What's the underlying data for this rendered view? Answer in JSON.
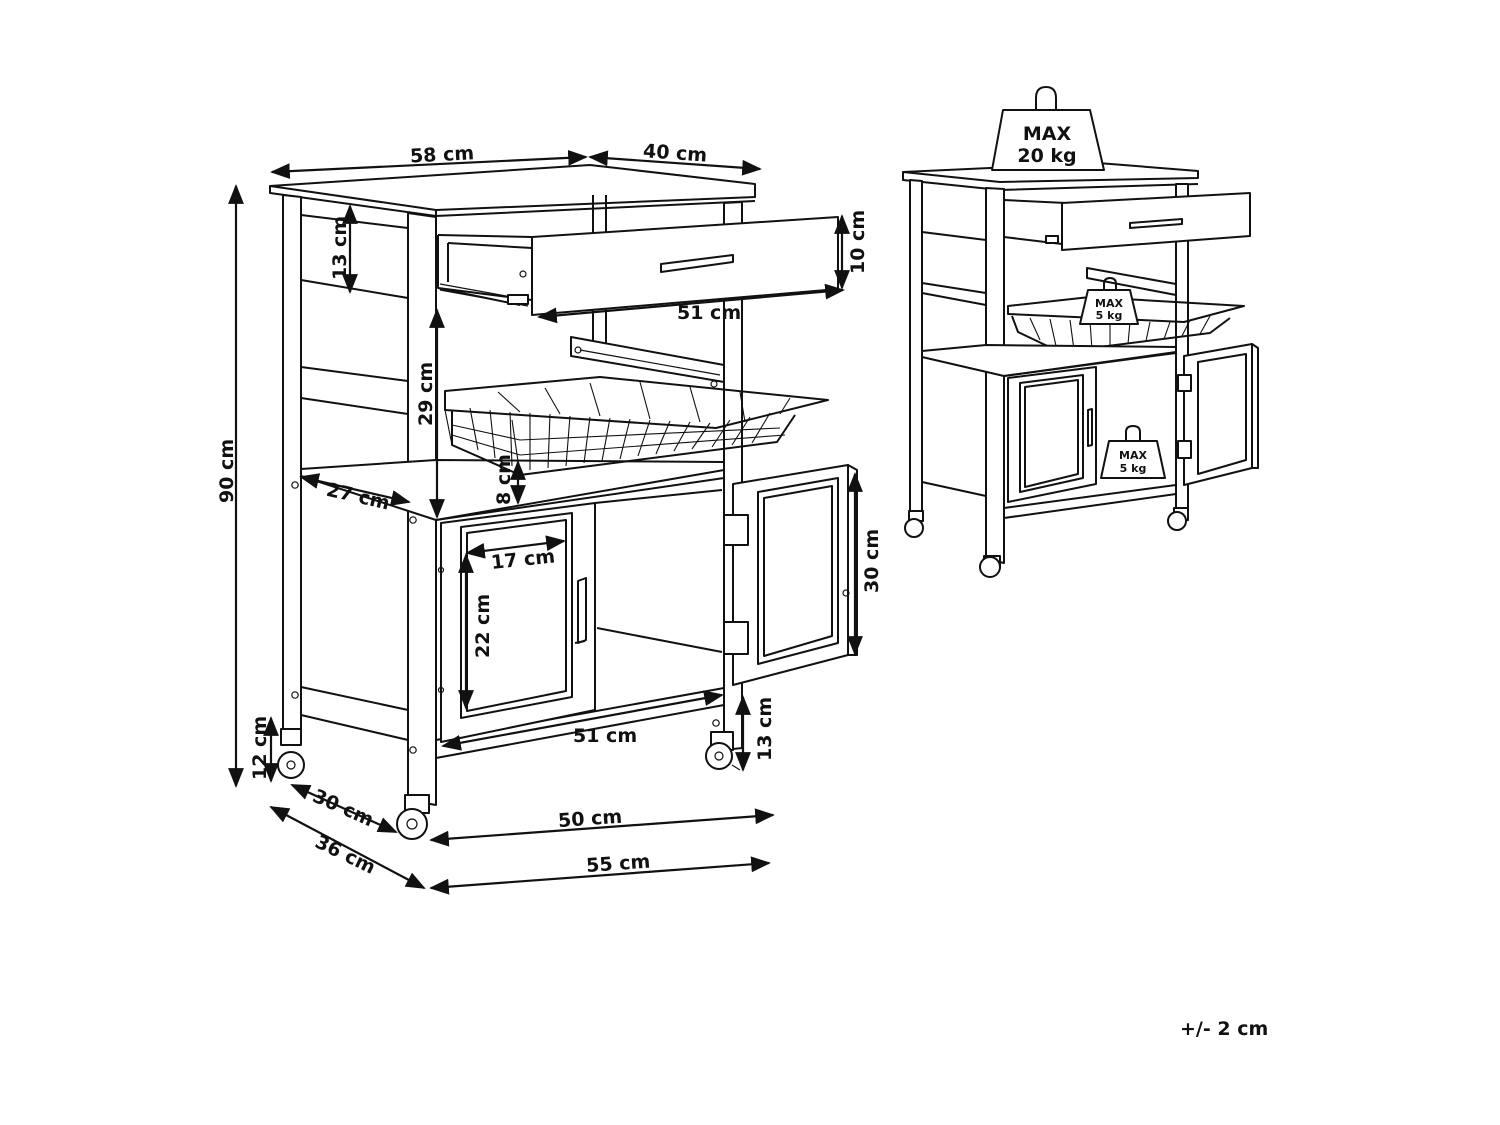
{
  "dimensions": {
    "top_width": "58 cm",
    "top_depth": "40 cm",
    "drawer_front_height": "13 cm",
    "drawer_height": "10 cm",
    "drawer_width": "51 cm",
    "shelf_gap": "29 cm",
    "basket_depth": "27 cm",
    "basket_height": "8 cm",
    "total_height": "90 cm",
    "door_width": "17 cm",
    "door_height": "22 cm",
    "cabinet_height": "30 cm",
    "inner_width": "51 cm",
    "leg_clearance_back": "12 cm",
    "leg_clearance_front": "13 cm",
    "inner_depth": "30 cm",
    "inner_frame_width": "50 cm",
    "total_depth": "36 cm",
    "total_width": "55 cm"
  },
  "load": {
    "top_max_label": "MAX",
    "top_max_value": "20 kg",
    "basket_max_label": "MAX",
    "basket_max_value": "5 kg",
    "cabinet_max_label": "MAX",
    "cabinet_max_value": "5 kg"
  },
  "tolerance": "+/- 2 cm"
}
